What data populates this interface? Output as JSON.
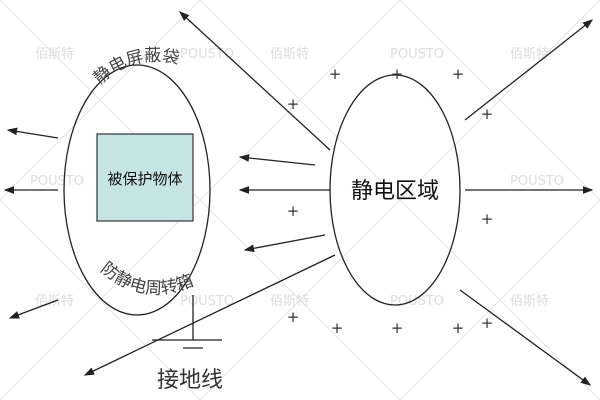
{
  "watermark": {
    "cn": "佰斯特",
    "en": "POUSTO"
  },
  "labels": {
    "shield_bag": "静电屏蔽袋",
    "protected_object": "被保护物体",
    "antistatic_box": "防静电周转箱",
    "static_area": "静电区域",
    "ground_wire": "接地线"
  },
  "plus_sign": "+",
  "colors": {
    "protected_box_fill": "#c6e4e4",
    "line": "#222222"
  }
}
